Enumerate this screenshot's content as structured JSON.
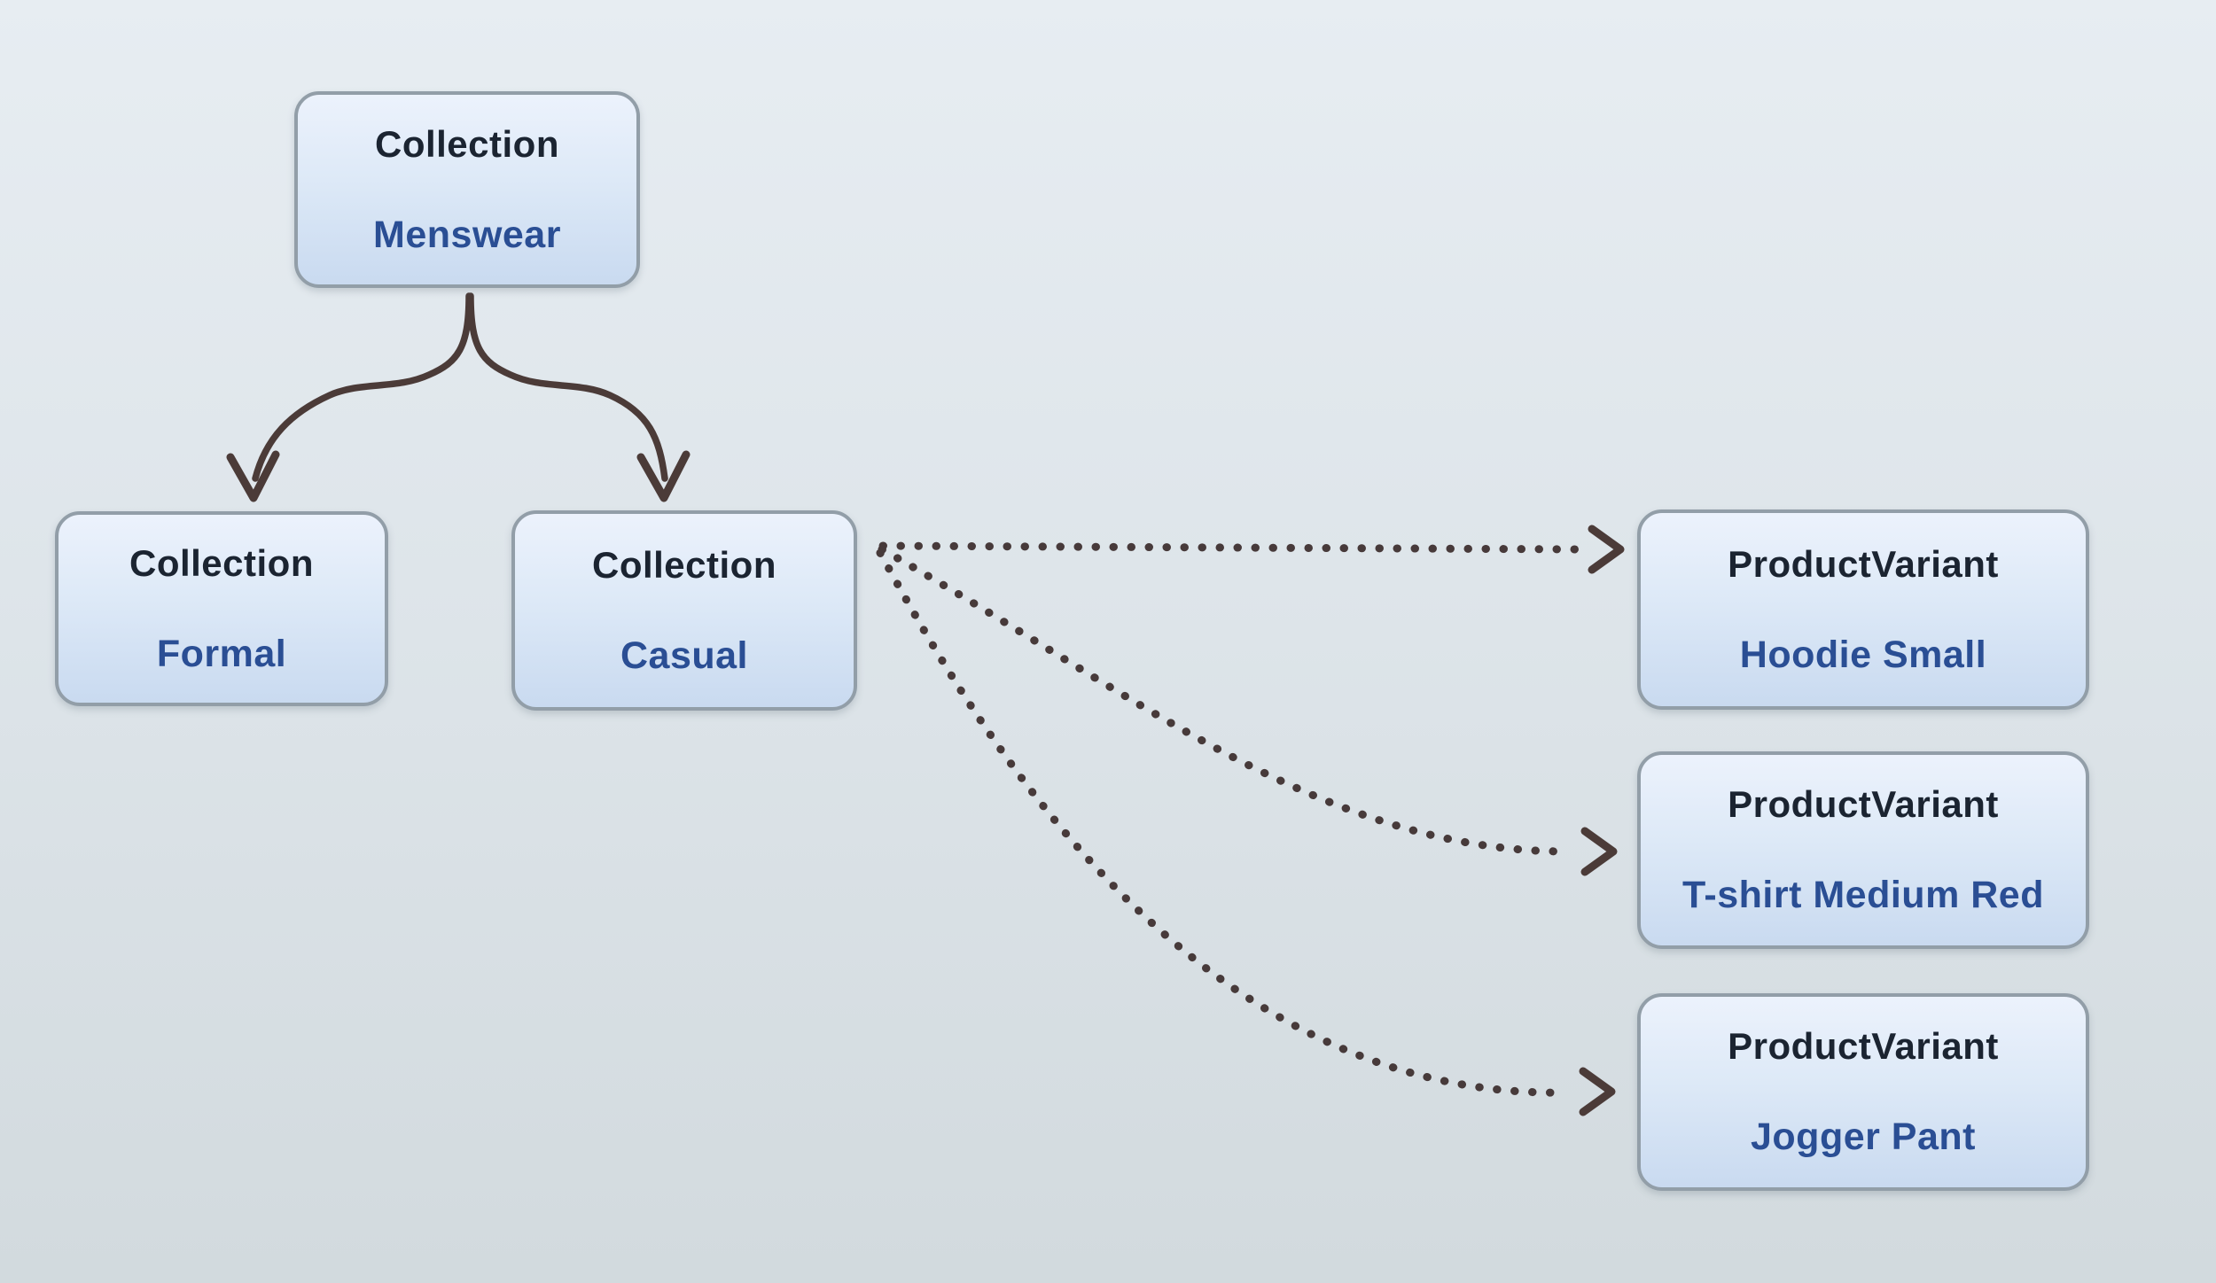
{
  "diagram": {
    "colors": {
      "background_top": "#e7edf2",
      "background_bottom": "#d2dade",
      "node_fill_top": "#ecf2fc",
      "node_fill_bottom": "#c9daf0",
      "node_border": "#929ea8",
      "type_text": "#1b2431",
      "name_text": "#2a4e94",
      "arrow": "#4b3b38"
    },
    "nodes": [
      {
        "type": "Collection",
        "name": "Menswear"
      },
      {
        "type": "Collection",
        "name": "Formal"
      },
      {
        "type": "Collection",
        "name": "Casual"
      },
      {
        "type": "ProductVariant",
        "name": "Hoodie Small"
      },
      {
        "type": "ProductVariant",
        "name": "T-shirt Medium Red"
      },
      {
        "type": "ProductVariant",
        "name": "Jogger Pant"
      }
    ],
    "edges": [
      {
        "from": "Menswear",
        "to": "Formal",
        "style": "solid-arrow"
      },
      {
        "from": "Menswear",
        "to": "Casual",
        "style": "solid-arrow"
      },
      {
        "from": "Casual",
        "to": "Hoodie Small",
        "style": "dotted-arrow"
      },
      {
        "from": "Casual",
        "to": "T-shirt Medium Red",
        "style": "dotted-arrow"
      },
      {
        "from": "Casual",
        "to": "Jogger Pant",
        "style": "dotted-arrow"
      }
    ]
  }
}
